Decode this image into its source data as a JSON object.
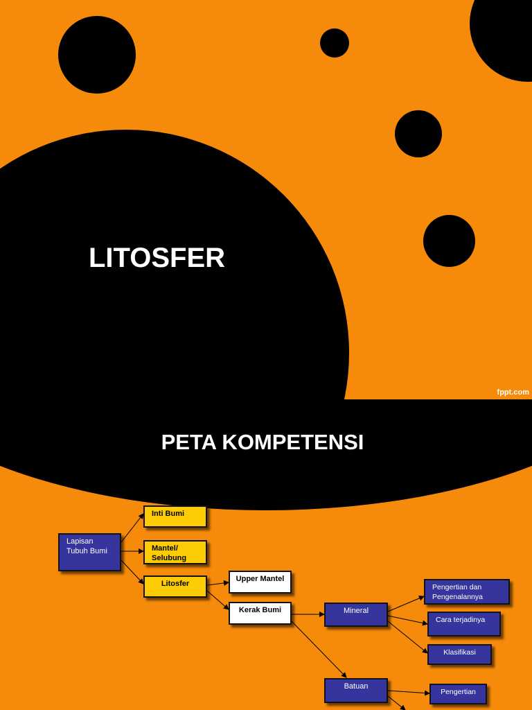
{
  "slide1": {
    "title": "LITOSFER",
    "credit": "fppt.com"
  },
  "slide2": {
    "title": "PETA KOMPETENSI",
    "nodes": {
      "lapisan": "Lapisan\nTubuh Bumi",
      "inti_bumi": "Inti Bumi",
      "mantel": "Mantel/\nSelubung",
      "litosfer": "Litosfer",
      "upper_mantel": "Upper Mantel",
      "kerak_bumi": "Kerak Bumi",
      "mineral": "Mineral",
      "batuan": "Batuan",
      "pengertian_pengenalan": "Pengertian dan\nPengenalannya",
      "cara_terjadinya": "Cara terjadinya",
      "klasifikasi": "Klasifikasi",
      "pengertian": "Pengertian"
    }
  },
  "colors": {
    "background": "#f68a0a",
    "dark": "#000000",
    "node_blue": "#35359d",
    "node_yellow": "#fdcc04",
    "node_white": "#ffffff"
  }
}
